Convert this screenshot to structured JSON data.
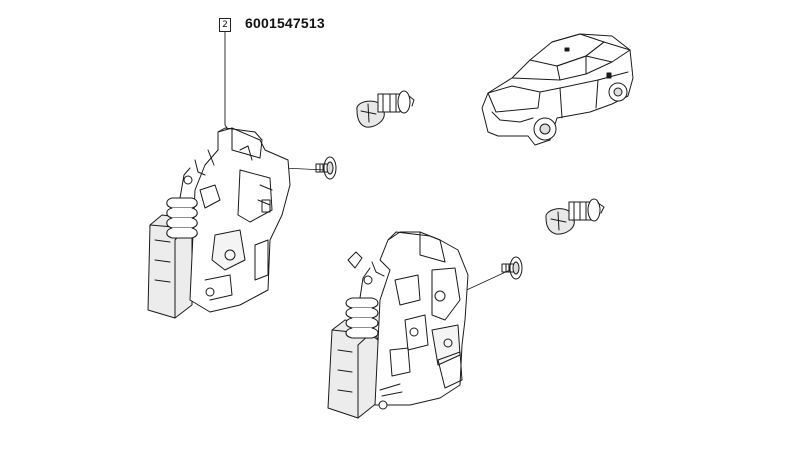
{
  "diagram": {
    "callout": {
      "number": "2",
      "part_number": "6001547513"
    },
    "colors": {
      "ink": "#1a1a1a",
      "paper": "#ffffff",
      "shade": "#d9d9d9"
    },
    "components": [
      "car-icon",
      "door-lock-actuator-left",
      "door-lock-actuator-right",
      "torx-screw-top",
      "torx-screw-right",
      "striker-pin-left",
      "striker-pin-right"
    ]
  }
}
